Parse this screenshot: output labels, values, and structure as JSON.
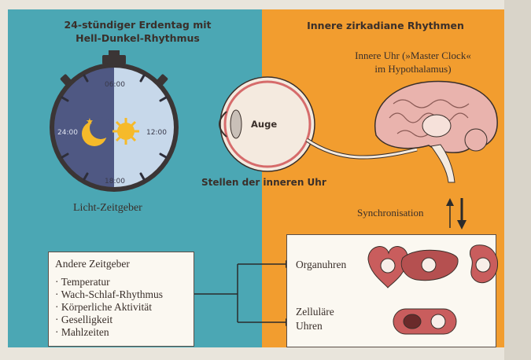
{
  "left_panel": {
    "title": "24-stündiger Erdentag mit\nHell-Dunkel-Rhythmus",
    "clock_ticks": [
      "06:00",
      "12:00",
      "18:00",
      "24:00"
    ],
    "caption": "Licht-Zeitgeber"
  },
  "right_panel": {
    "title": "Innere zirkadiane Rhythmen",
    "master_clock": "Innere Uhr (»Master Clock«\nim Hypothalamus)",
    "sync_label": "Synchronisation",
    "organ_label": "Organuhren",
    "cell_label": "Zelluläre\nUhren"
  },
  "eye": {
    "label": "Auge",
    "caption": "Stellen der inneren Uhr"
  },
  "other_timers": {
    "title": "Andere Zeitgeber",
    "items": [
      "Temperatur",
      "Wach-Schlaf-Rhythmus",
      "Körperliche Aktivität",
      "Geselligkeit",
      "Mahlzeiten"
    ]
  },
  "colors": {
    "left_panel": "#4ba7b4",
    "right_panel": "#f29d2f",
    "night": "#4f5883",
    "day": "#c7d8ea",
    "moon": "#f6ba2a",
    "sun": "#f6ba2a"
  }
}
